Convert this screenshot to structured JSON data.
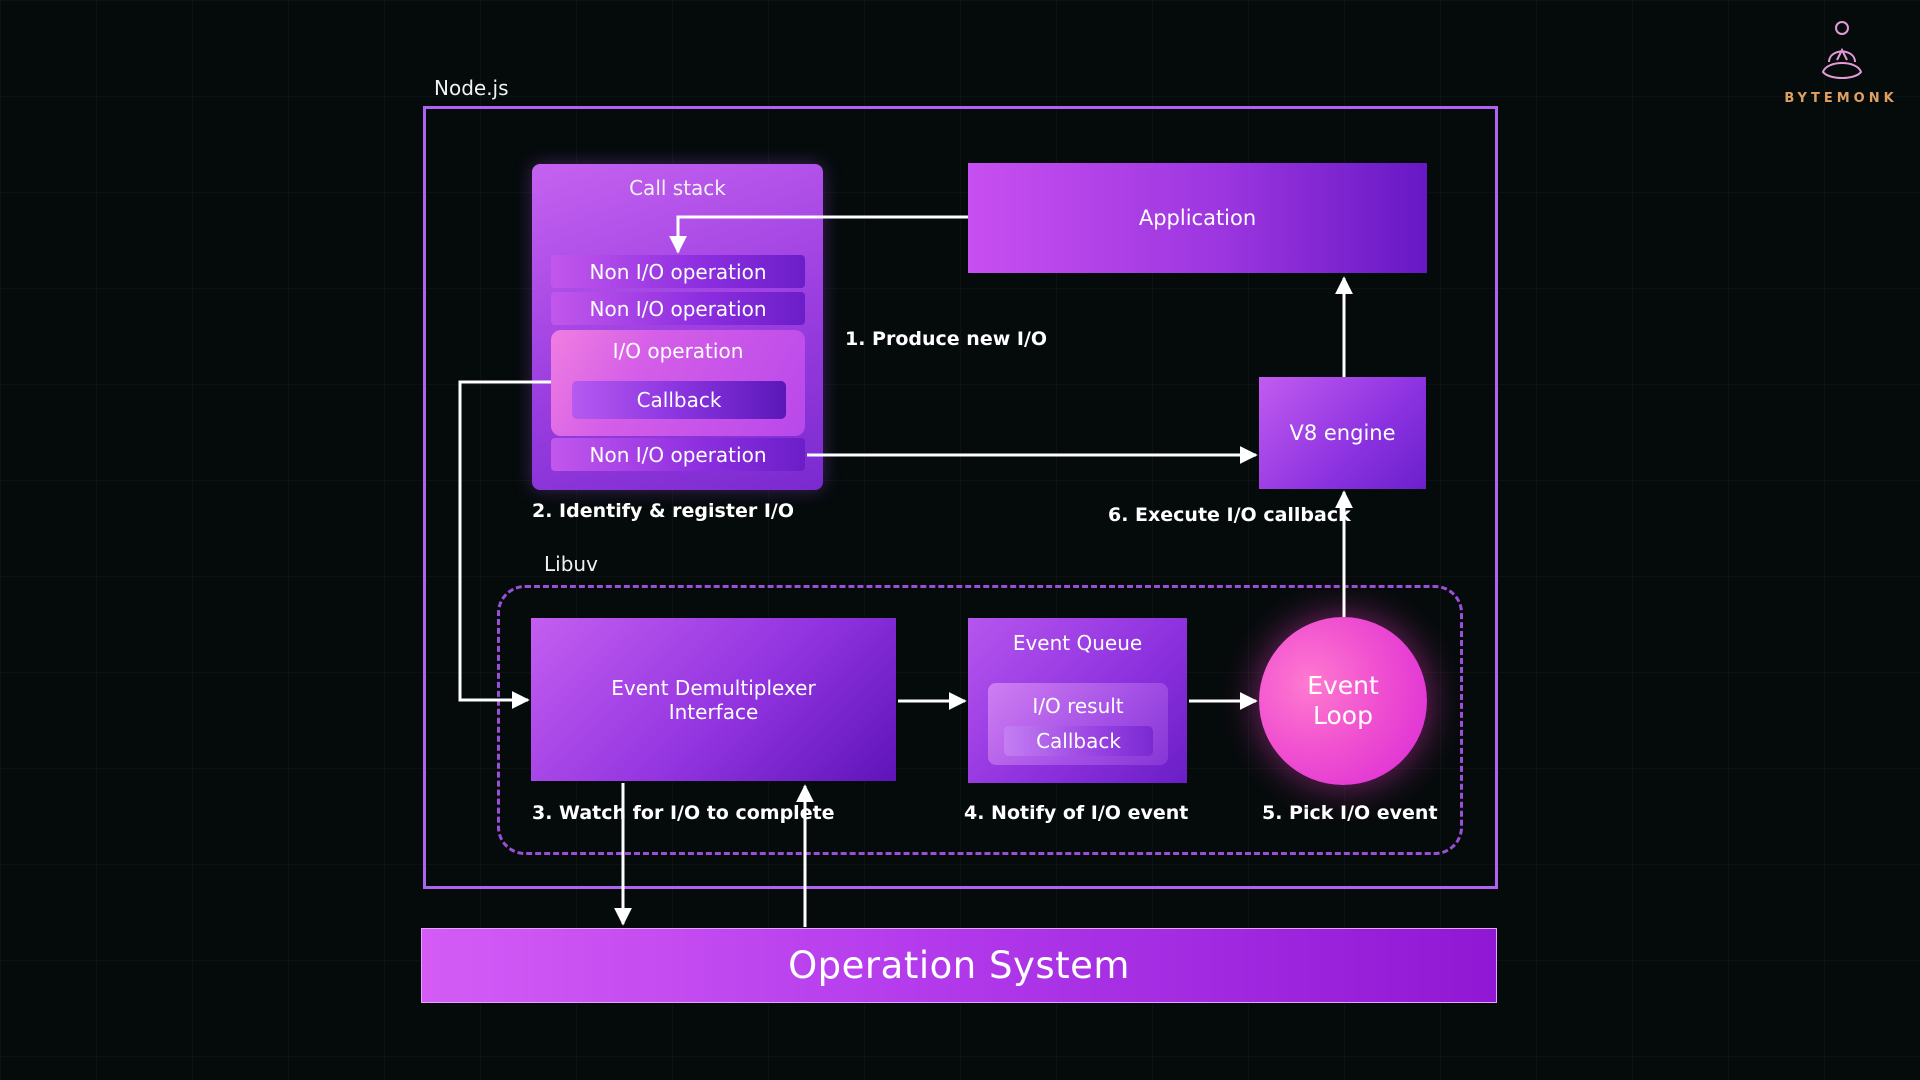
{
  "nodejs_label": "Node.js",
  "libuv_label": "Libuv",
  "call_stack": {
    "title": "Call stack",
    "rows": [
      "Non I/O operation",
      "Non I/O operation",
      "I/O operation",
      "Callback",
      "Non I/O operation"
    ]
  },
  "application": "Application",
  "v8_engine": "V8 engine",
  "event_demux": [
    "Event Demultiplexer",
    "Interface"
  ],
  "event_queue": {
    "title": "Event Queue",
    "io_result": "I/O result",
    "callback": "Callback"
  },
  "event_loop": [
    "Event",
    "Loop"
  ],
  "operation_system": "Operation System",
  "steps": {
    "s1": "1. Produce new I/O",
    "s2": "2. Identify & register I/O",
    "s3": "3. Watch for I/O to complete",
    "s4": "4. Notify of I/O event",
    "s5": "5. Pick I/O event",
    "s6": "6. Execute I/O callback"
  },
  "logo": {
    "text": "BYTEMONK",
    "icon": "meditating-monk-icon"
  },
  "colors": {
    "accent_purple": "#b162f0",
    "pink": "#f050d0",
    "background": "#050b0b"
  }
}
